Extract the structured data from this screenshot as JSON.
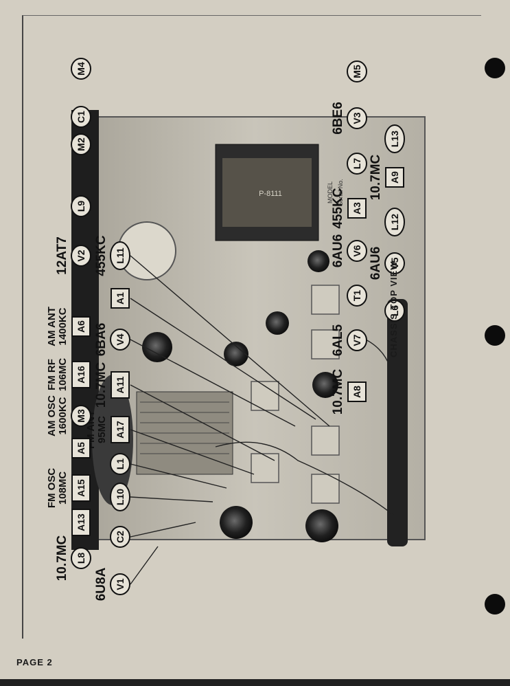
{
  "caption": "CHASSIS TOP VIEW",
  "page_label": "PAGE 2",
  "left_callouts": [
    {
      "kind": "circle",
      "code": "V1",
      "note": "6U8A"
    },
    {
      "kind": "circle",
      "code": "C2",
      "note": ""
    },
    {
      "kind": "circle",
      "code": "L10",
      "note": ""
    },
    {
      "kind": "circle",
      "code": "L1",
      "note": ""
    },
    {
      "kind": "box",
      "code": "A17",
      "note": "95MC FM ANT"
    },
    {
      "kind": "box",
      "code": "A11",
      "note": "10.7MC"
    },
    {
      "kind": "circle",
      "code": "V4",
      "note": "6BA6"
    },
    {
      "kind": "box",
      "code": "A1",
      "note": ""
    },
    {
      "kind": "circle",
      "code": "L11",
      "note": "455KC"
    }
  ],
  "top_callouts": [
    {
      "kind": "circle",
      "code": "L8",
      "note": "10.7MC"
    },
    {
      "kind": "box",
      "code": "A13",
      "note": ""
    },
    {
      "kind": "box",
      "code": "A15",
      "note": "FM OSC 108MC"
    },
    {
      "kind": "box",
      "code": "A5",
      "note": ""
    },
    {
      "kind": "circle",
      "code": "M3",
      "note": "AM OSC 1600KC"
    },
    {
      "kind": "box",
      "code": "A16",
      "note": "FM RF 106MC"
    },
    {
      "kind": "box",
      "code": "A6",
      "note": "AM ANT 1400KC"
    },
    {
      "kind": "circle",
      "code": "V2",
      "note": "12AT7"
    },
    {
      "kind": "circle",
      "code": "L9",
      "note": ""
    },
    {
      "kind": "circle",
      "code": "M2",
      "note": ""
    },
    {
      "kind": "circle",
      "code": "C1",
      "note": ""
    },
    {
      "kind": "circle",
      "code": "M4",
      "note": ""
    }
  ],
  "right_callouts": [
    {
      "kind": "circle",
      "code": "M5",
      "note": ""
    },
    {
      "kind": "circle",
      "code": "V3",
      "note": "6BE6"
    },
    {
      "kind": "circle",
      "code": "L7",
      "note": ""
    },
    {
      "kind": "box",
      "code": "A3",
      "note": "455KC"
    },
    {
      "kind": "circle",
      "code": "V6",
      "note": "6AU6"
    },
    {
      "kind": "circle",
      "code": "T1",
      "note": ""
    },
    {
      "kind": "circle",
      "code": "V7",
      "note": "6AL5"
    },
    {
      "kind": "box",
      "code": "A8",
      "note": "10.7MC"
    }
  ],
  "inner_callouts": [
    {
      "kind": "circle",
      "code": "L6",
      "note": ""
    },
    {
      "kind": "circle",
      "code": "V5",
      "note": "6AU6"
    },
    {
      "kind": "circle",
      "code": "L12",
      "note": ""
    },
    {
      "kind": "box",
      "code": "A9",
      "note": "10.7MC"
    },
    {
      "kind": "circle",
      "code": "L13",
      "note": ""
    }
  ],
  "transformer_marking": "P-8111",
  "chassis_markings": [
    "MODEL",
    "Serial No."
  ]
}
